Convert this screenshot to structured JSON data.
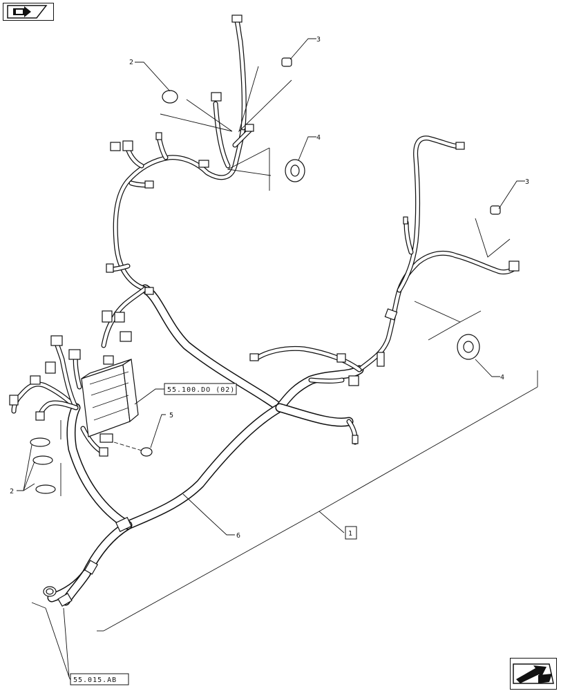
{
  "callouts": {
    "c1": "1",
    "c2_top": "2",
    "c2_bottom": "2",
    "c3_top": "3",
    "c3_right": "3",
    "c4_top": "4",
    "c4_right": "4",
    "c5": "5",
    "c6": "6"
  },
  "references": {
    "ref_control_unit": "55.100.DO (02)",
    "ref_plug": "55.015.AB"
  },
  "navigation": {
    "top_icon": "previous-page-arrow-icon",
    "bottom_icon": "next-page-arrow-icon"
  }
}
